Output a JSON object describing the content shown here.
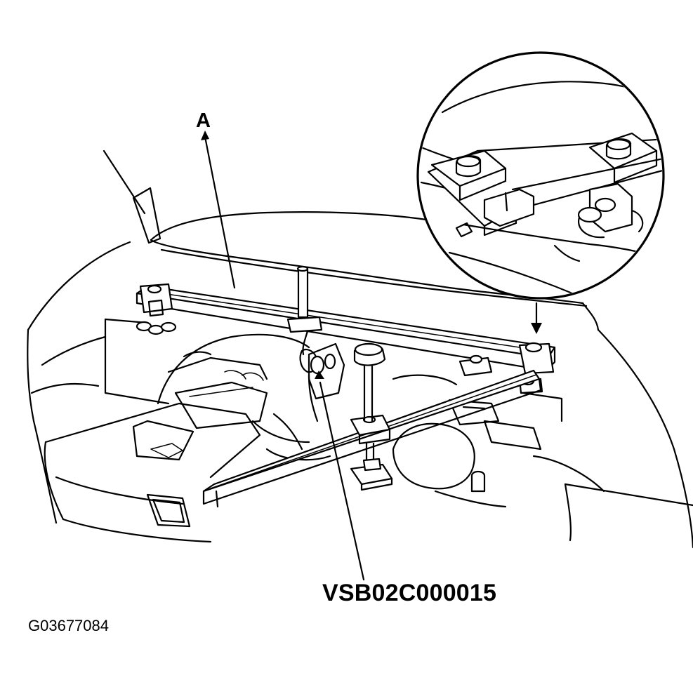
{
  "labels": {
    "callout_a": "A",
    "tool_number": "VSB02C000015",
    "figure_id": "G03677084"
  }
}
